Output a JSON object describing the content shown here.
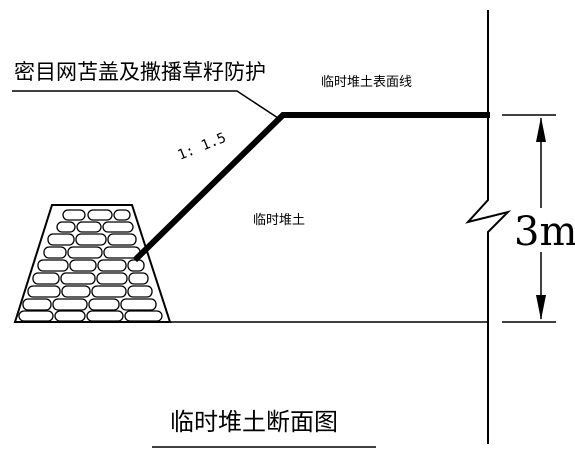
{
  "labels": {
    "protection": "密目网苫盖及撒播草籽防护",
    "surface_line": "临时堆土表面线",
    "slope_ratio": "1: 1.5",
    "pile": "临时堆土",
    "height": "3m",
    "title": "临时堆土断面图"
  }
}
